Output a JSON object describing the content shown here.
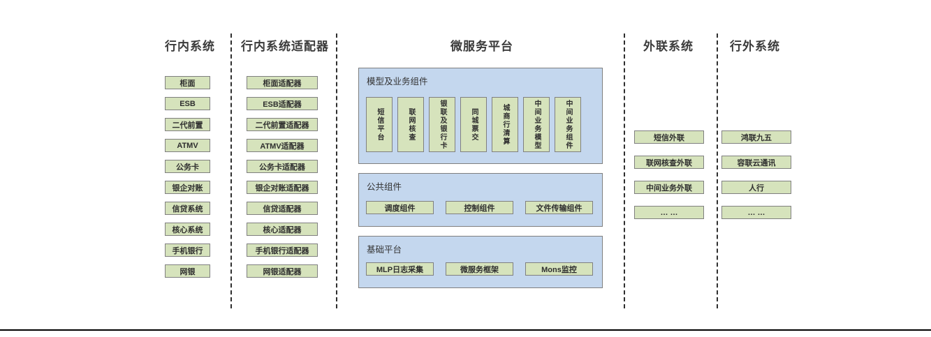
{
  "colors": {
    "green_box_fill": "#d6e3bc",
    "blue_panel_fill": "#c4d7ee",
    "box_border": "#7f7f7f",
    "divider": "#2f2f2f",
    "bottom_rule": "#000000"
  },
  "columns": [
    {
      "title": "行内系统",
      "items": [
        "柜面",
        "ESB",
        "二代前置",
        "ATMV",
        "公务卡",
        "银企对账",
        "信贷系统",
        "核心系统",
        "手机银行",
        "网银"
      ]
    },
    {
      "title": "行内系统适配器",
      "items": [
        "柜面适配器",
        "ESB适配器",
        "二代前置适配器",
        "ATMV适配器",
        "公务卡适配器",
        "银企对账适配器",
        "信贷适配器",
        "核心适配器",
        "手机银行适配器",
        "网银适配器"
      ]
    },
    {
      "title": "微服务平台",
      "groups": [
        {
          "title": "模型及业务组件",
          "items": [
            "短信平台",
            "联网核查",
            "银联及银行卡",
            "同城票交",
            "城商行清算",
            "中间业务模型",
            "中间业务组件"
          ]
        },
        {
          "title": "公共组件",
          "items": [
            "调度组件",
            "控制组件",
            "文件传输组件"
          ]
        },
        {
          "title": "基础平台",
          "items": [
            "MLP日志采集",
            "微服务框架",
            "Mons监控"
          ]
        }
      ]
    },
    {
      "title": "外联系统",
      "items": [
        "短信外联",
        "联网核查外联",
        "中间业务外联",
        "… …"
      ]
    },
    {
      "title": "行外系统",
      "items": [
        "鸿联九五",
        "容联云通讯",
        "人行",
        "… …"
      ]
    }
  ]
}
